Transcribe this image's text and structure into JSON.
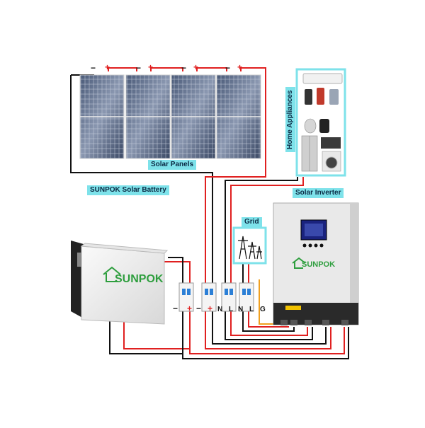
{
  "labels": {
    "solar_panels": "Solar Panels",
    "battery": "SUNPOK Solar Battery",
    "inverter": "Solar Inverter",
    "grid": "Grid",
    "appliances": "Home Appliances"
  },
  "brand": {
    "logo_text": "SUNPOK"
  },
  "panel_terminals": [
    "−",
    "+",
    "−",
    "+",
    "−",
    "+",
    "−",
    "+"
  ],
  "bottom_terminals": [
    "−",
    "+",
    "−",
    "+",
    "N",
    "L",
    "N",
    "L",
    "G"
  ],
  "colors": {
    "positive_wire": "#e02020",
    "negative_wire": "#111111",
    "ground_wire": "#f0a020",
    "label_bg": "#7ee2ea",
    "inverter_display": "#1a237e",
    "logo_green": "#2e9e3e"
  }
}
